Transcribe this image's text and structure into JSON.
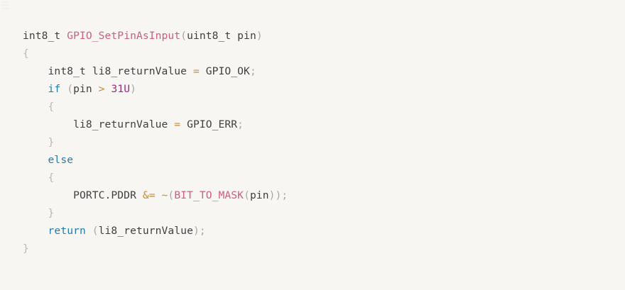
{
  "viewer": {
    "language": "c",
    "background_color": "#f7f6f2",
    "default_text_color": "#3f3f3f"
  },
  "theme": {
    "keyword_color": "#1f7eaa",
    "function_color": "#c9607f",
    "number_color": "#9c2d78",
    "operator_color": "#c08b3e",
    "brace_color": "#b9b9b9",
    "punctuation_color": "#a8a8a8",
    "identifier_color": "#3f3f3f"
  },
  "code": {
    "lines": [
      {
        "indent": "",
        "tokens": [
          {
            "text": "int8_t",
            "type": "type"
          },
          {
            "text": " ",
            "type": "plain"
          },
          {
            "text": "GPIO_SetPinAsInput",
            "type": "function"
          },
          {
            "text": "(",
            "type": "punct"
          },
          {
            "text": "uint8_t",
            "type": "type"
          },
          {
            "text": " ",
            "type": "plain"
          },
          {
            "text": "pin",
            "type": "ident"
          },
          {
            "text": ")",
            "type": "punct"
          }
        ]
      },
      {
        "indent": "",
        "tokens": [
          {
            "text": "{",
            "type": "brace"
          }
        ]
      },
      {
        "indent": "    ",
        "tokens": [
          {
            "text": "int8_t",
            "type": "type"
          },
          {
            "text": " ",
            "type": "plain"
          },
          {
            "text": "li8_returnValue",
            "type": "ident"
          },
          {
            "text": " ",
            "type": "plain"
          },
          {
            "text": "=",
            "type": "operator"
          },
          {
            "text": " ",
            "type": "plain"
          },
          {
            "text": "GPIO_OK",
            "type": "ident"
          },
          {
            "text": ";",
            "type": "punct"
          }
        ]
      },
      {
        "indent": "    ",
        "tokens": [
          {
            "text": "if",
            "type": "keyword"
          },
          {
            "text": " ",
            "type": "plain"
          },
          {
            "text": "(",
            "type": "punct"
          },
          {
            "text": "pin",
            "type": "ident"
          },
          {
            "text": " ",
            "type": "plain"
          },
          {
            "text": ">",
            "type": "operator"
          },
          {
            "text": " ",
            "type": "plain"
          },
          {
            "text": "31U",
            "type": "number"
          },
          {
            "text": ")",
            "type": "punct"
          }
        ]
      },
      {
        "indent": "    ",
        "tokens": [
          {
            "text": "{",
            "type": "brace"
          }
        ]
      },
      {
        "indent": "        ",
        "tokens": [
          {
            "text": "li8_returnValue",
            "type": "ident"
          },
          {
            "text": " ",
            "type": "plain"
          },
          {
            "text": "=",
            "type": "operator"
          },
          {
            "text": " ",
            "type": "plain"
          },
          {
            "text": "GPIO_ERR",
            "type": "ident"
          },
          {
            "text": ";",
            "type": "punct"
          }
        ]
      },
      {
        "indent": "    ",
        "tokens": [
          {
            "text": "}",
            "type": "brace"
          }
        ]
      },
      {
        "indent": "    ",
        "tokens": [
          {
            "text": "else",
            "type": "keyword"
          }
        ]
      },
      {
        "indent": "    ",
        "tokens": [
          {
            "text": "{",
            "type": "brace"
          }
        ]
      },
      {
        "indent": "        ",
        "tokens": [
          {
            "text": "PORTC.PDDR",
            "type": "ident"
          },
          {
            "text": " ",
            "type": "plain"
          },
          {
            "text": "&=",
            "type": "operator"
          },
          {
            "text": " ",
            "type": "plain"
          },
          {
            "text": "~",
            "type": "operator"
          },
          {
            "text": "(",
            "type": "punct"
          },
          {
            "text": "BIT_TO_MASK",
            "type": "macro"
          },
          {
            "text": "(",
            "type": "punct"
          },
          {
            "text": "pin",
            "type": "ident"
          },
          {
            "text": "))",
            "type": "punct"
          },
          {
            "text": ";",
            "type": "punct"
          }
        ]
      },
      {
        "indent": "    ",
        "tokens": [
          {
            "text": "}",
            "type": "brace"
          }
        ]
      },
      {
        "indent": "    ",
        "tokens": [
          {
            "text": "return",
            "type": "keyword"
          },
          {
            "text": " ",
            "type": "plain"
          },
          {
            "text": "(",
            "type": "punct"
          },
          {
            "text": "li8_returnValue",
            "type": "ident"
          },
          {
            "text": ")",
            "type": "punct"
          },
          {
            "text": ";",
            "type": "punct"
          }
        ]
      },
      {
        "indent": "",
        "tokens": [
          {
            "text": "}",
            "type": "brace"
          }
        ]
      }
    ]
  }
}
